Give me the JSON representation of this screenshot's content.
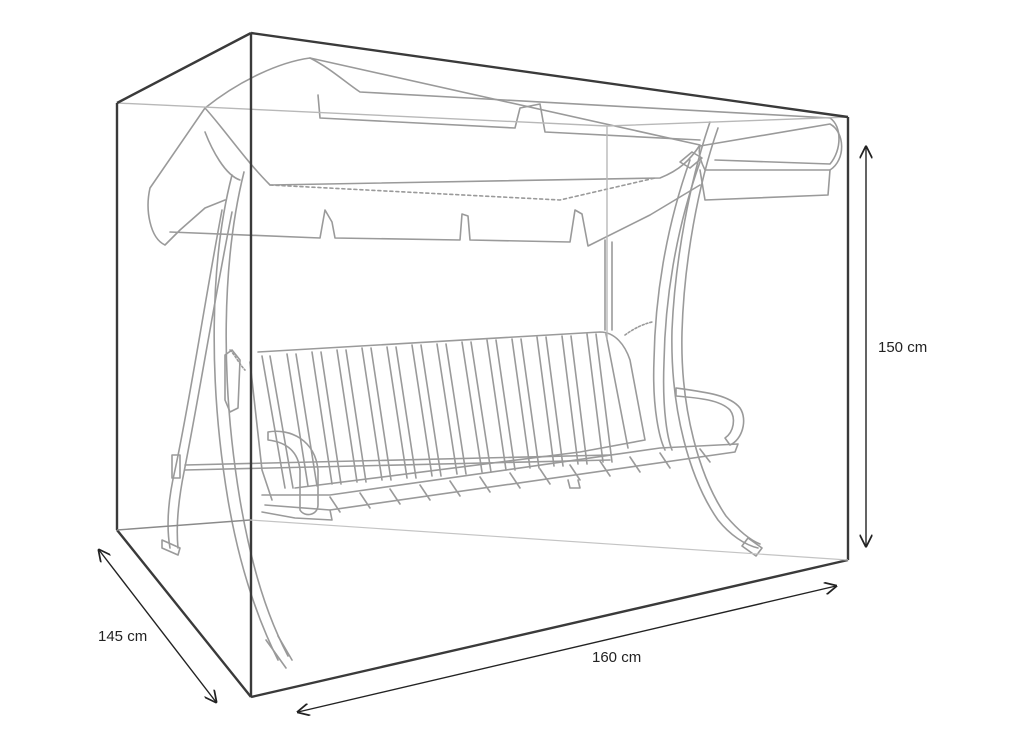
{
  "diagram": {
    "subject": "swing-seat-cover",
    "dimensions": {
      "height": {
        "value": 150,
        "unit": "cm",
        "label": "150 cm"
      },
      "width": {
        "value": 160,
        "unit": "cm",
        "label": "160 cm"
      },
      "depth": {
        "value": 145,
        "unit": "cm",
        "label": "145 cm"
      }
    },
    "colors": {
      "background": "#ffffff",
      "cover_outline": "#3a3a3a",
      "swing_lines": "#9a9a9a",
      "arrow": "#222222",
      "text": "#222222"
    }
  }
}
